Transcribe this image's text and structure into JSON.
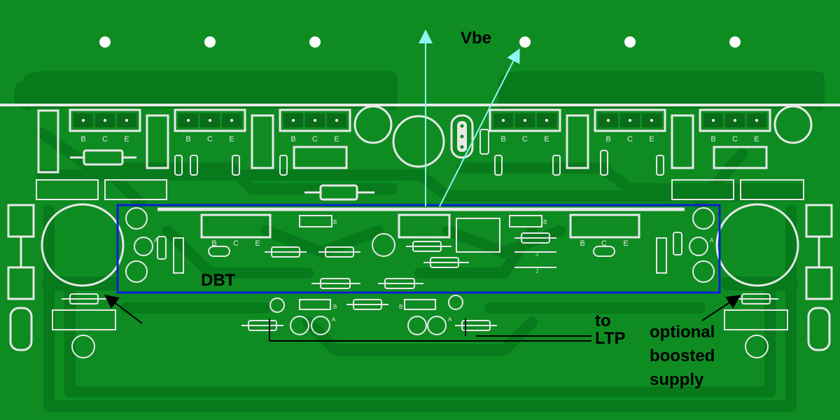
{
  "colors": {
    "board": "#0e8c22",
    "copper": "#077a1c",
    "silkscreen": "#e8e8e8",
    "highlight_box": "#0a1fd6",
    "vbe_arrows": "#8ff5f0",
    "text": "#000000"
  },
  "labels": {
    "vbe": "Vbe",
    "dbt": "DBT",
    "to_ltp_line1": "to",
    "to_ltp_line2": "LTP",
    "optional_line1": "optional",
    "optional_line2": "boosted",
    "optional_line3": "supply"
  },
  "transistor_pins": [
    "B",
    "C",
    "E"
  ],
  "small_marks": {
    "led_anode": "A",
    "base_mark": "B",
    "jumper": "J"
  }
}
